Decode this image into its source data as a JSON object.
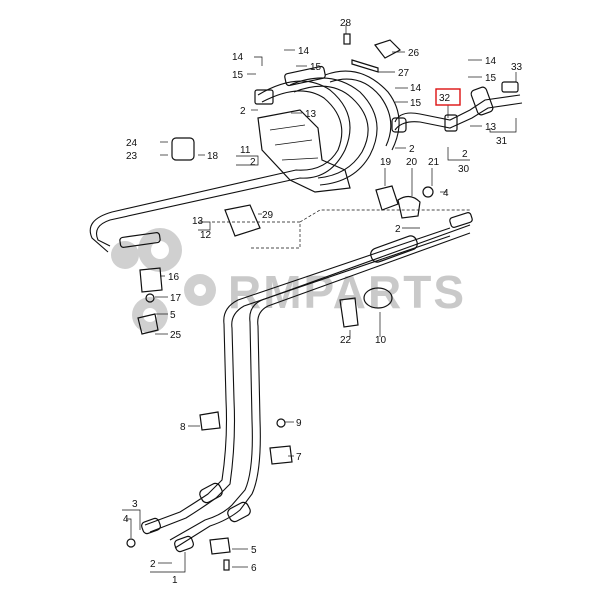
{
  "watermark": {
    "text": "RMPARTS",
    "color": "#c9c9c9"
  },
  "highlight": {
    "part": "32",
    "color": "#d11111"
  },
  "callouts": [
    {
      "id": "c1",
      "text": "1"
    },
    {
      "id": "c2a",
      "text": "2"
    },
    {
      "id": "c3",
      "text": "3"
    },
    {
      "id": "c4a",
      "text": "4"
    },
    {
      "id": "c5a",
      "text": "5"
    },
    {
      "id": "c6",
      "text": "6"
    },
    {
      "id": "c7",
      "text": "7"
    },
    {
      "id": "c8",
      "text": "8"
    },
    {
      "id": "c9",
      "text": "9"
    },
    {
      "id": "c10",
      "text": "10"
    },
    {
      "id": "c11",
      "text": "11"
    },
    {
      "id": "c12",
      "text": "12"
    },
    {
      "id": "c13a",
      "text": "13"
    },
    {
      "id": "c14a",
      "text": "14"
    },
    {
      "id": "c15a",
      "text": "15"
    },
    {
      "id": "c16",
      "text": "16"
    },
    {
      "id": "c17",
      "text": "17"
    },
    {
      "id": "c18",
      "text": "18"
    },
    {
      "id": "c19",
      "text": "19"
    },
    {
      "id": "c20",
      "text": "20"
    },
    {
      "id": "c21",
      "text": "21"
    },
    {
      "id": "c22",
      "text": "22"
    },
    {
      "id": "c23",
      "text": "23"
    },
    {
      "id": "c24",
      "text": "24"
    },
    {
      "id": "c25",
      "text": "25"
    },
    {
      "id": "c26",
      "text": "26"
    },
    {
      "id": "c27",
      "text": "27"
    },
    {
      "id": "c28",
      "text": "28"
    },
    {
      "id": "c29",
      "text": "29"
    },
    {
      "id": "c30",
      "text": "30"
    },
    {
      "id": "c31",
      "text": "31"
    },
    {
      "id": "c32",
      "text": "32"
    },
    {
      "id": "c33",
      "text": "33"
    }
  ],
  "labels": {
    "n1": "1",
    "n2": "2",
    "n3": "3",
    "n4": "4",
    "n5": "5",
    "n6": "6",
    "n7": "7",
    "n8": "8",
    "n9": "9",
    "n10": "10",
    "n11": "11",
    "n12": "12",
    "n13": "13",
    "n14": "14",
    "n15": "15",
    "n16": "16",
    "n17": "17",
    "n18": "18",
    "n19": "19",
    "n20": "20",
    "n21": "21",
    "n22": "22",
    "n23": "23",
    "n24": "24",
    "n25": "25",
    "n26": "26",
    "n27": "27",
    "n28": "28",
    "n29": "29",
    "n30": "30",
    "n31": "31",
    "n32": "32",
    "n33": "33"
  }
}
